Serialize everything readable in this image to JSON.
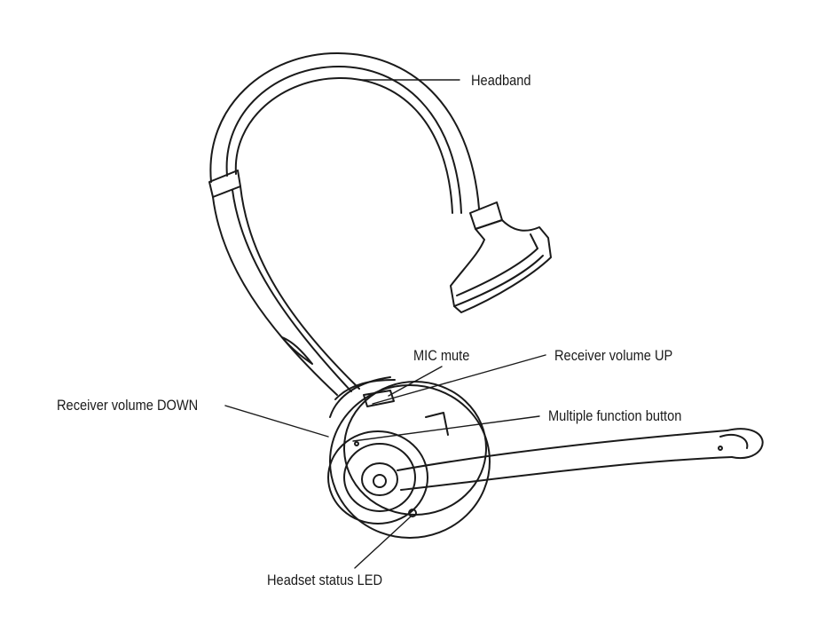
{
  "diagram": {
    "labels": {
      "headband": "Headband",
      "mic_mute": "MIC mute",
      "receiver_volume_up": "Receiver volume UP",
      "multiple_function_button": "Multiple function button",
      "receiver_volume_down": "Receiver volume DOWN",
      "headset_status_led": "Headset status LED"
    },
    "colors": {
      "line": "#1a1a1a",
      "background": "#ffffff"
    }
  }
}
